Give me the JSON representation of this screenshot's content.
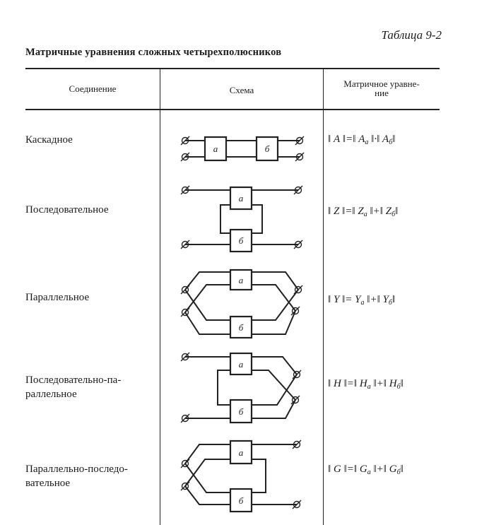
{
  "table_label": "Таблица 9-2",
  "title": "Матричные уравнения сложных четырехполюсников",
  "headers": {
    "connection": "Соединение",
    "scheme": "Схема",
    "equation_line1": "Матричное уравне-",
    "equation_line2": "ние"
  },
  "block_labels": {
    "a": "а",
    "b": "б"
  },
  "rows": [
    {
      "label": "Каскадное",
      "eq": {
        "lhs": "A",
        "r1": "A",
        "s1": "a",
        "op": "·",
        "r2": "A",
        "s2": "б"
      }
    },
    {
      "label": "Последовательное",
      "eq": {
        "lhs": "Z",
        "r1": "Z",
        "s1": "a",
        "op": "+",
        "r2": "Z",
        "s2": "б"
      }
    },
    {
      "label": "Параллельное",
      "eq": {
        "lhs": "Y",
        "r1": "Y",
        "s1": "a",
        "op": "+",
        "r2": "Y",
        "s2": "б"
      }
    },
    {
      "label_line1": "Последовательно-па-",
      "label_line2": "раллельное",
      "eq": {
        "lhs": "H",
        "r1": "H",
        "s1": "a",
        "op": "+",
        "r2": "H",
        "s2": "б"
      }
    },
    {
      "label_line1": "Параллельно-последо-",
      "label_line2": "вательное",
      "eq": {
        "lhs": "G",
        "r1": "G",
        "s1": "a",
        "op": "+",
        "r2": "G",
        "s2": "б"
      }
    }
  ]
}
